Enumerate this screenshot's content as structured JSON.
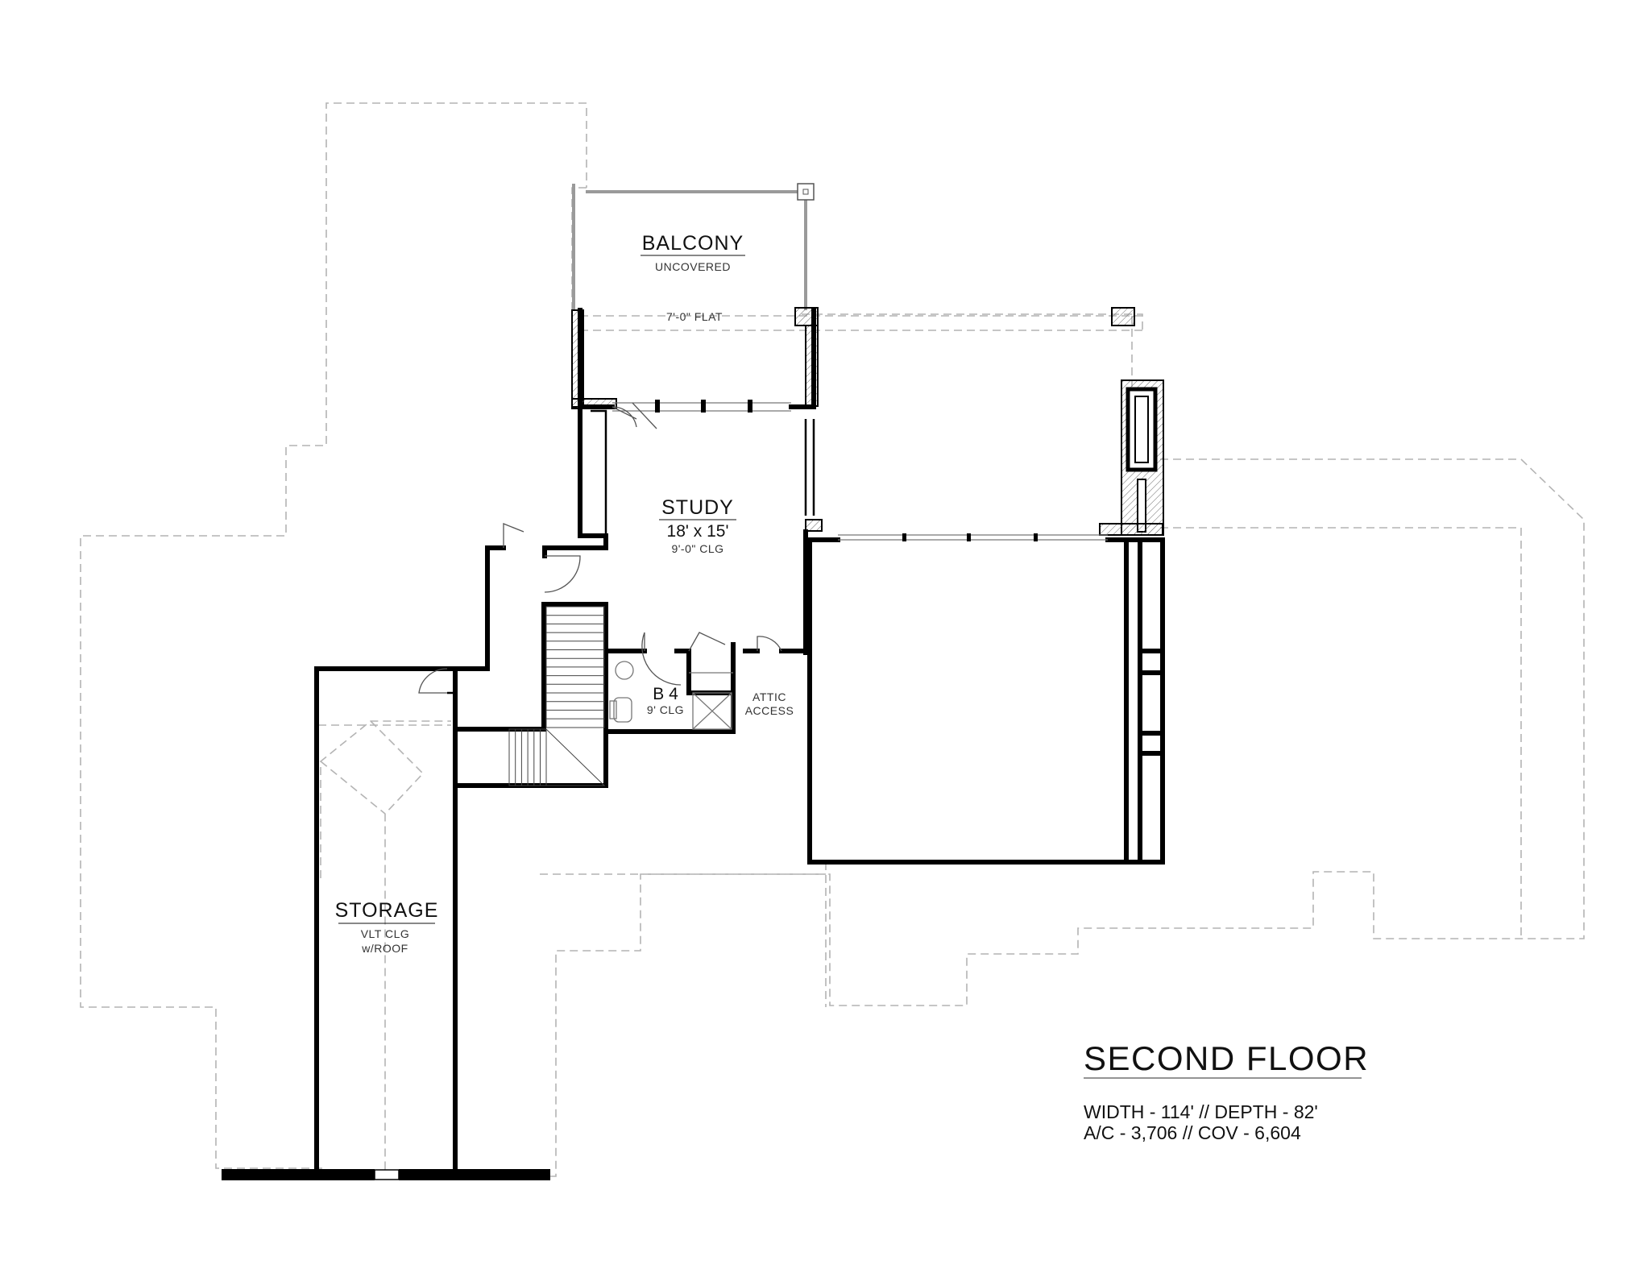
{
  "drawing": {
    "title": "SECOND FLOOR",
    "stats": [
      "WIDTH - 114' // DEPTH - 82'",
      "A/C - 3,706 // COV - 6,604"
    ]
  },
  "rooms": {
    "balcony": {
      "name": "BALCONY",
      "note": "UNCOVERED"
    },
    "flat_label": "7'-0\" FLAT",
    "study": {
      "name": "STUDY",
      "size": "18' x 15'",
      "ceiling": "9'-0\" CLG"
    },
    "bath": {
      "name": "B 4",
      "ceiling": "9' CLG"
    },
    "attic": {
      "line1": "ATTIC",
      "line2": "ACCESS"
    },
    "storage": {
      "name": "STORAGE",
      "ceiling": "VLT CLG",
      "note": "w/ROOF"
    }
  },
  "colors": {
    "wall": "#000000",
    "outline": "#b4b4b4",
    "background": "#ffffff"
  }
}
